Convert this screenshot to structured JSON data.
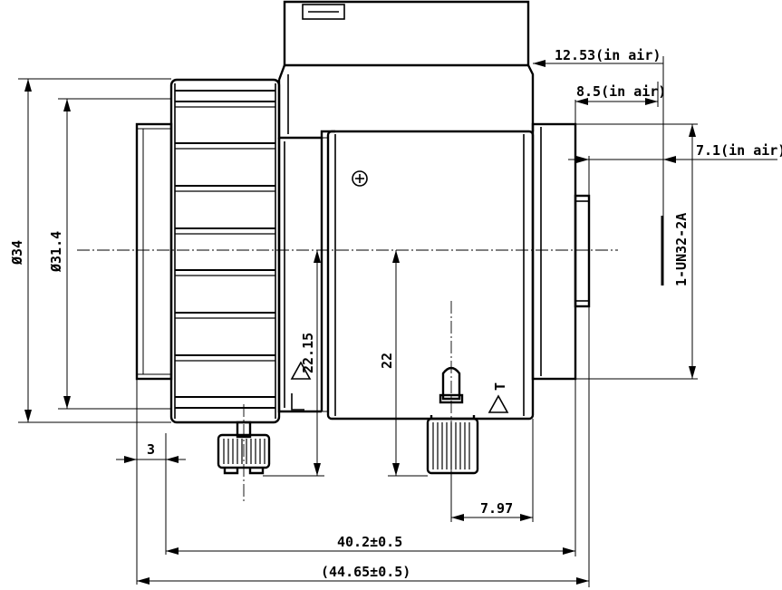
{
  "dimensions": {
    "diameter_outer": "Ø34",
    "diameter_inner": "Ø31.4",
    "back_focus_1253": "12.53(in air)",
    "back_focus_85": "8.5(in air)",
    "back_focus_71": "7.1(in air)",
    "thread": "1-UN32-2A",
    "height_2215": "22.15",
    "height_22": "22",
    "width_3": "3",
    "width_797": "7.97",
    "length_402": "40.2±0.5",
    "length_4465": "(44.65±0.5)"
  },
  "markings": {
    "tele_symbol": "T"
  },
  "colors": {
    "line": "#000000",
    "background": "#ffffff"
  }
}
